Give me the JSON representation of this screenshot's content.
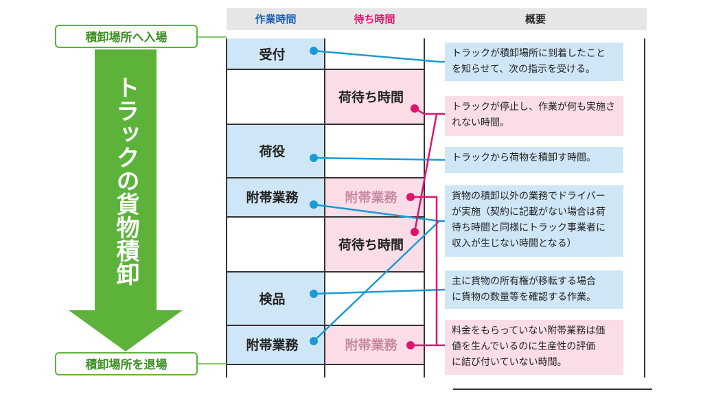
{
  "headers": {
    "work": "作業時間",
    "wait": "待ち時間",
    "summary": "概要"
  },
  "side": {
    "enter_label": "積卸場所へ入場",
    "exit_label": "積卸場所を退場",
    "arrow_text": "トラックの貨物積卸"
  },
  "cells": {
    "receipt": "受付",
    "wait1": "荷待ち時間",
    "cargo": "荷役",
    "incidental1_work": "附帯業務",
    "incidental1_wait": "附帯業務",
    "wait2": "荷待ち時間",
    "inspection": "検品",
    "incidental2_work": "附帯業務",
    "incidental2_wait": "附帯業務"
  },
  "summaries": [
    {
      "lines": [
        "トラックが積卸場所に到着したこと",
        "を知らせて、次の指示を受ける。"
      ]
    },
    {
      "lines": [
        "トラックが停止し、作業が何も実施さ",
        "れない時間。"
      ]
    },
    {
      "lines": [
        "トラックから荷物を積卸す時間。"
      ]
    },
    {
      "lines": [
        "貨物の積卸以外の業務でドライバー",
        "が実施（契約に記載がない場合は荷",
        "待ち時間と同様にトラック事業者に",
        "収入が生じない時間となる）"
      ]
    },
    {
      "lines": [
        "主に貨物の所有権が移転する場合",
        "に貨物の数量等を確認する作業。"
      ]
    },
    {
      "lines": [
        "料金をもらっていない附帯業務は価",
        "値を生んでいるのに生産性の評価",
        "に結び付いていない時間。"
      ]
    }
  ],
  "colors": {
    "blue_line": "#1a9ad6",
    "pink_line": "#e0136d",
    "green": "#5db33a",
    "blue_fill": "#cfe6f6",
    "pink_fill": "#fadde7"
  }
}
